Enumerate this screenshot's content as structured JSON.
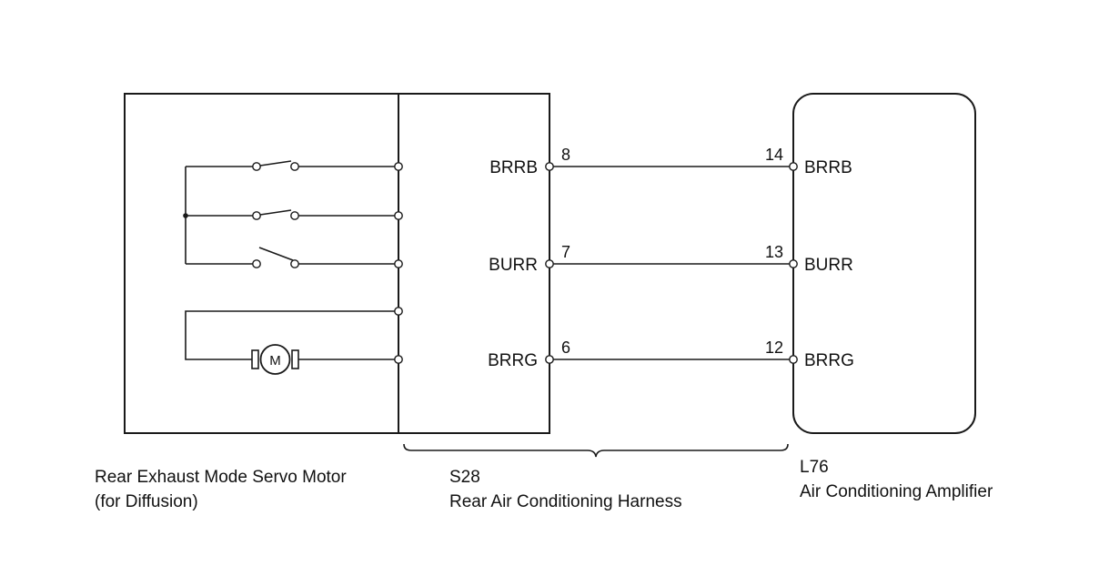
{
  "motor": {
    "caption_line1": "Rear Exhaust Mode Servo Motor",
    "caption_line2": "(for Diffusion)",
    "motor_symbol": "M"
  },
  "harness": {
    "code": "S28",
    "name": "Rear Air Conditioning Harness",
    "pins": [
      {
        "label": "BRRB",
        "number": "8"
      },
      {
        "label": "BURR",
        "number": "7"
      },
      {
        "label": "BRRG",
        "number": "6"
      }
    ]
  },
  "amplifier": {
    "code": "L76",
    "name": "Air Conditioning Amplifier",
    "pins": [
      {
        "label": "BRRB",
        "number": "14"
      },
      {
        "label": "BURR",
        "number": "13"
      },
      {
        "label": "BRRG",
        "number": "12"
      }
    ]
  }
}
